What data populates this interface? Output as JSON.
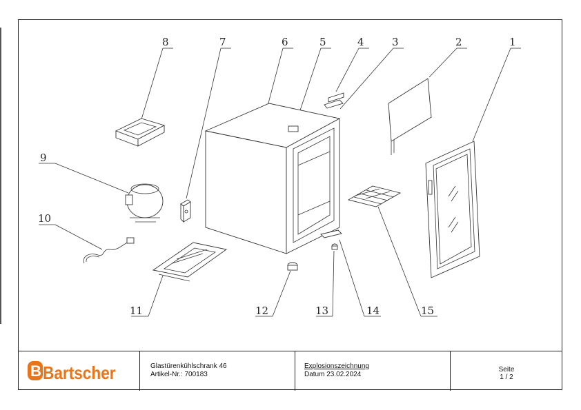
{
  "callouts": [
    "1",
    "2",
    "3",
    "4",
    "5",
    "6",
    "7",
    "8",
    "9",
    "10",
    "11",
    "12",
    "13",
    "14",
    "15"
  ],
  "title_block": {
    "brand": "Bartscher",
    "product_name": "Glastürenkühlschrank 46",
    "article_number": "Artikel-Nr.: 700183",
    "drawing_type": "Explosionszeichnung",
    "date": "Datum 23.02.2024",
    "page_label": "Seite",
    "page_number": "1 / 2"
  },
  "colors": {
    "brand_orange": "#e8751a",
    "line": "#222222"
  }
}
